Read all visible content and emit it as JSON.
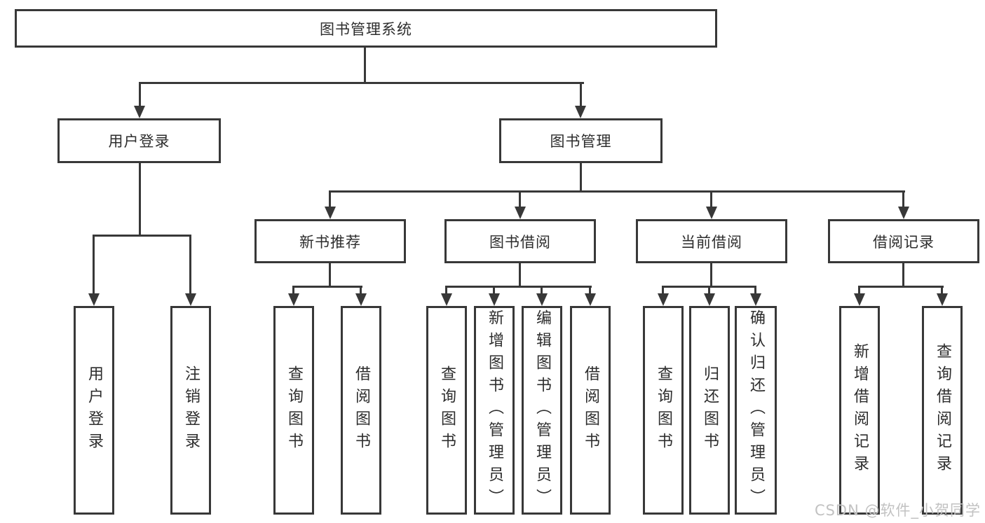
{
  "diagram": {
    "title": "图书管理系统",
    "branches": [
      {
        "label": "用户登录",
        "children": [
          {
            "label": "用户登录"
          },
          {
            "label": "注销登录"
          }
        ]
      },
      {
        "label": "图书管理",
        "children": [
          {
            "label": "新书推荐",
            "children": [
              {
                "label": "查询图书"
              },
              {
                "label": "借阅图书"
              }
            ]
          },
          {
            "label": "图书借阅",
            "children": [
              {
                "label": "查询图书"
              },
              {
                "label": "新增图书（管理员）"
              },
              {
                "label": "编辑图书（管理员）"
              },
              {
                "label": "借阅图书"
              }
            ]
          },
          {
            "label": "当前借阅",
            "children": [
              {
                "label": "查询图书"
              },
              {
                "label": "归还图书"
              },
              {
                "label": "确认归还（管理员）"
              }
            ]
          },
          {
            "label": "借阅记录",
            "children": [
              {
                "label": "新增借阅记录"
              },
              {
                "label": "查询借阅记录"
              }
            ]
          }
        ]
      }
    ]
  },
  "watermark": {
    "text": "CSDN @软件_小贺同学"
  },
  "colors": {
    "line": "#383838",
    "text": "#2d2d2d",
    "background": "#ffffff",
    "watermark": "#c2c2c2"
  }
}
